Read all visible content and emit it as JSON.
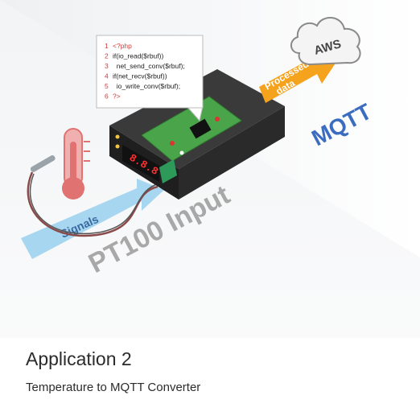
{
  "caption": {
    "title": "Application 2",
    "subtitle": "Temperature to MQTT Converter"
  },
  "cloud": {
    "label": "AWS"
  },
  "arrows": {
    "processed_line1": "Processed",
    "processed_line2": "data",
    "signals": "Signals"
  },
  "labels": {
    "mqtt": "MQTT",
    "input": "PT100 Input"
  },
  "display": {
    "value": "8.8.8"
  },
  "code": {
    "lines": [
      {
        "num": "1",
        "text": "<?php"
      },
      {
        "num": "2",
        "text": "if(io_read($rbuf))"
      },
      {
        "num": "3",
        "text": "  net_send_conv($rbuf);"
      },
      {
        "num": "4",
        "text": "if(net_recv($rbuf))"
      },
      {
        "num": "5",
        "text": "  io_write_conv($rbuf);"
      },
      {
        "num": "6",
        "text": "?>"
      }
    ]
  },
  "colors": {
    "orange_arrow": "#f5a21c",
    "blue_arrow": "#a7d6f0",
    "mqtt_blue": "#3b6cc0",
    "device_body": "#2a2a2a",
    "pcb_green": "#4aa54a",
    "thermo_red": "#e07272"
  }
}
